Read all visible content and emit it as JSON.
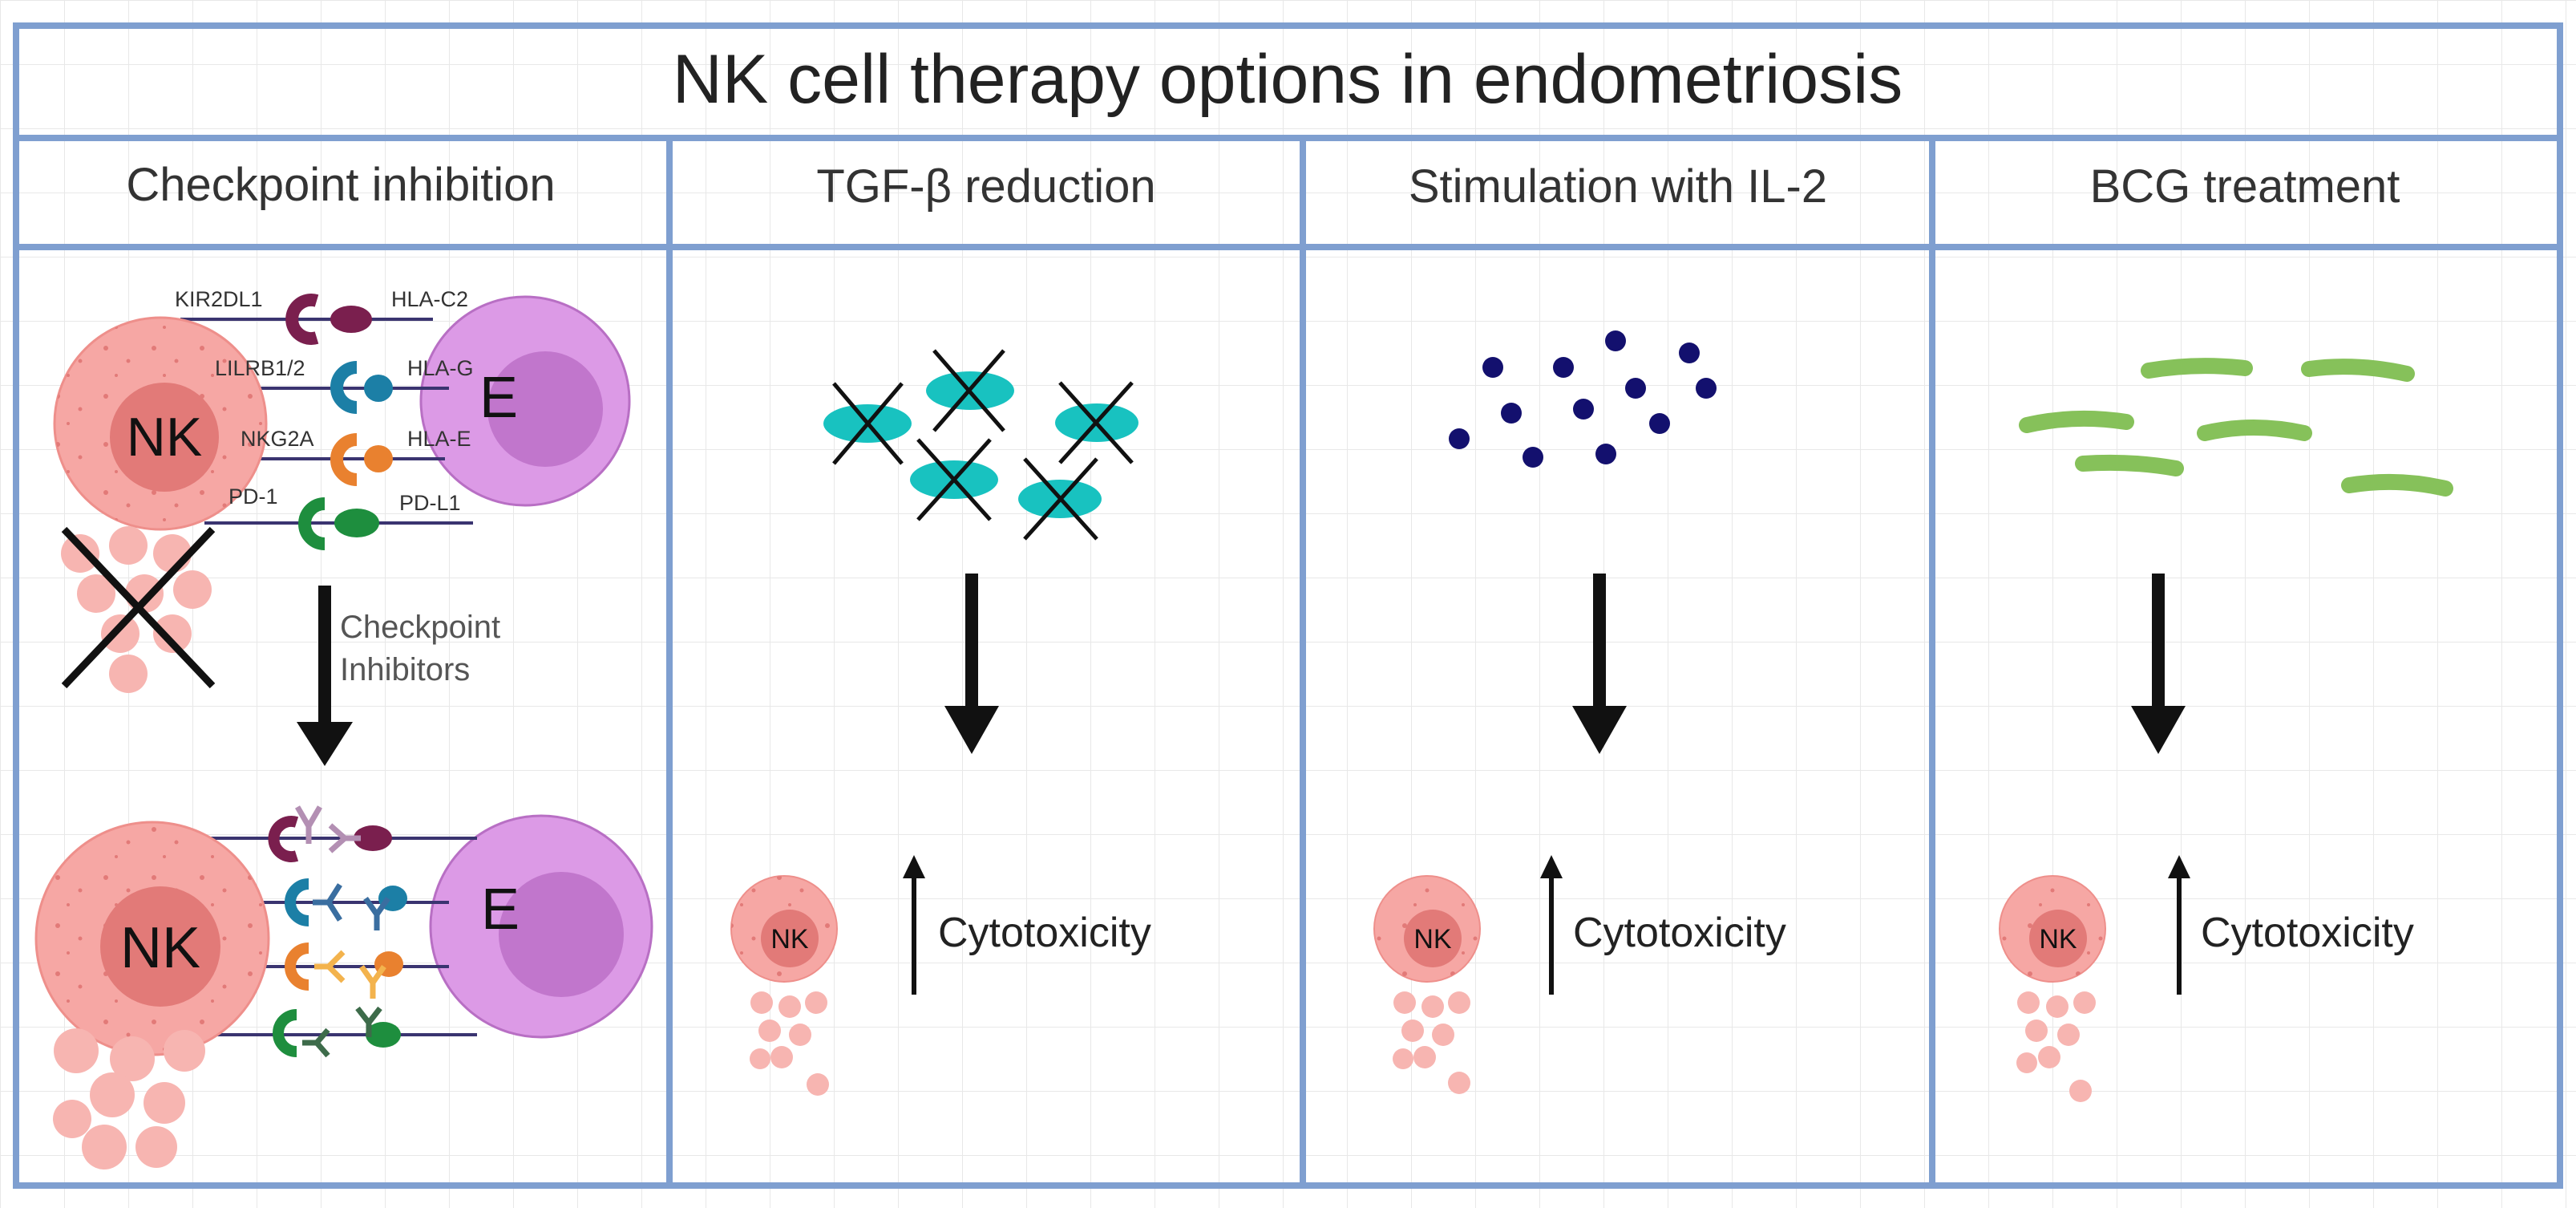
{
  "title": "NK cell therapy options in endometriosis",
  "panels": [
    {
      "header": "Checkpoint inhibition"
    },
    {
      "header": "TGF-β reduction",
      "effect": "Cytotoxicity"
    },
    {
      "header": "Stimulation with IL-2",
      "effect": "Cytotoxicity"
    },
    {
      "header": "BCG treatment",
      "effect": "Cytotoxicity"
    }
  ],
  "checkpoint": {
    "nk_label": "NK",
    "endo_label": "E",
    "arrow_label_line1": "Checkpoint",
    "arrow_label_line2": "Inhibitors",
    "pairs": [
      {
        "receptor": "KIR2DL1",
        "ligand": "HLA-C2",
        "color": "#7a1f4e"
      },
      {
        "receptor": "LILRB1/2",
        "ligand": "HLA-G",
        "color": "#1c7fa6"
      },
      {
        "receptor": "NKG2A",
        "ligand": "HLA-E",
        "color": "#e9812f"
      },
      {
        "receptor": "PD-1",
        "ligand": "PD-L1",
        "color": "#1e8e3e"
      }
    ]
  },
  "colors": {
    "frame": "#7f9fd0",
    "grid": "#e6e6e6",
    "nk_outer": "#f6a7a4",
    "nk_inner": "#e27a78",
    "granule": "#f7b5b1",
    "endo_outer": "#dc9ae6",
    "endo_inner": "#c176cc",
    "tgf": "#18c2c0",
    "il2": "#13106e",
    "bcg": "#86c15a",
    "arrow": "#111111"
  }
}
